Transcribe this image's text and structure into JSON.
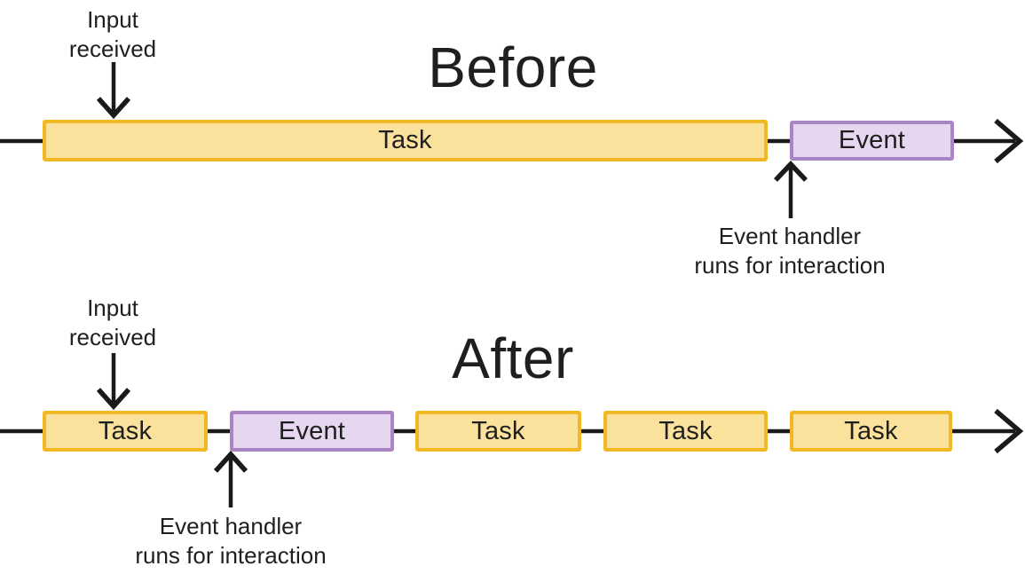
{
  "diagram": {
    "description": "Long task vs broken-up tasks timeline comparison",
    "colors": {
      "background": "#ffffff",
      "task_fill": "#FAE29D",
      "task_border": "#F2B823",
      "event_fill": "#E6D6EF",
      "event_border": "#A985C6",
      "arrow_line": "#1a1a1a",
      "text": "#1f1f1f"
    },
    "before": {
      "title": "Before",
      "input_label": "Input\nreceived",
      "handler_label": "Event handler\nruns for interaction",
      "segments": [
        {
          "type": "task",
          "label": "Task"
        },
        {
          "type": "event",
          "label": "Event"
        }
      ]
    },
    "after": {
      "title": "After",
      "input_label": "Input\nreceived",
      "handler_label": "Event handler\nruns for interaction",
      "segments": [
        {
          "type": "task",
          "label": "Task"
        },
        {
          "type": "event",
          "label": "Event"
        },
        {
          "type": "task",
          "label": "Task"
        },
        {
          "type": "task",
          "label": "Task"
        },
        {
          "type": "task",
          "label": "Task"
        }
      ]
    }
  }
}
